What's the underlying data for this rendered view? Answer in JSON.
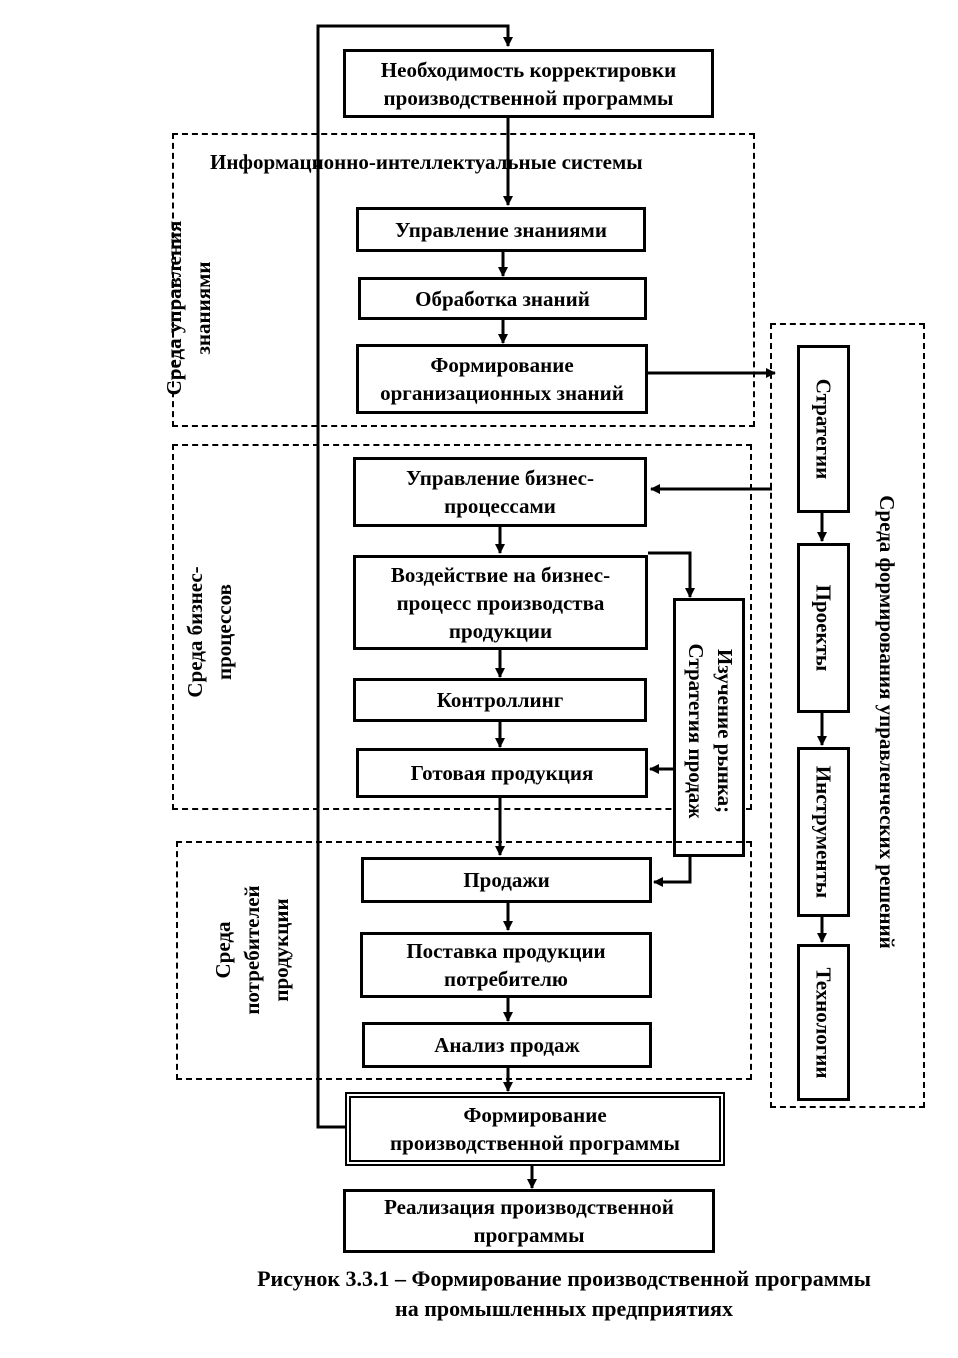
{
  "diagram": {
    "top_box": "Необходимость корректировки\nпроизводственной программы",
    "zone_knowledge": {
      "title": "Информационно-интеллектуальные системы",
      "side_label": "Среда управления\nзнаниями",
      "steps": [
        "Управление знаниями",
        "Обработка знаний",
        "Формирование\nорганизационных знаний"
      ]
    },
    "zone_business": {
      "side_label": "Среда бизнес-\nпроцессов",
      "steps": [
        "Управление бизнес-\nпроцессами",
        "Воздействие на бизнес-\nпроцесс производства\nпродукции",
        "Контроллинг",
        "Готовая продукция"
      ]
    },
    "market_box": "Изучение рынка;\nСтратегия продаж",
    "zone_consumers": {
      "side_label": "Среда\nпотребителей\nпродукции",
      "steps": [
        "Продажи",
        "Поставка продукции\nпотребителю",
        "Анализ продаж"
      ]
    },
    "zone_decisions": {
      "side_label": "Среда формирования управленческих решений",
      "steps": [
        "Стратегии",
        "Проекты",
        "Инструменты",
        "Технологии"
      ]
    },
    "formation_box": "Формирование\nпроизводственной программы",
    "realization_box": "Реализация производственной\nпрограммы"
  },
  "caption": {
    "line1": "Рисунок 3.3.1 – Формирование производственной программы",
    "line2": "на промышленных предприятиях"
  }
}
